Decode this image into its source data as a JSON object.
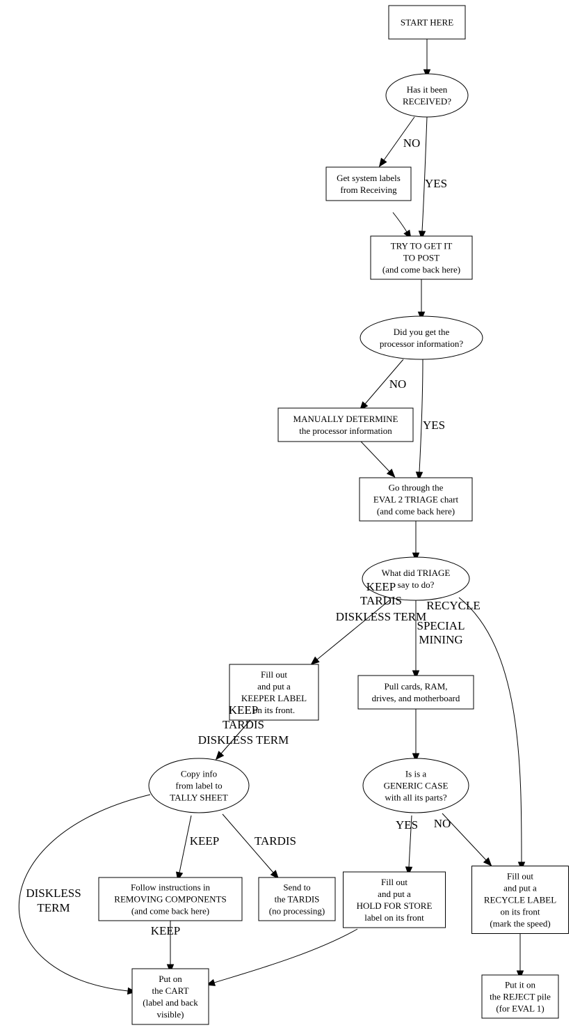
{
  "diagram": {
    "nodes": {
      "start": {
        "shape": "box",
        "lines": [
          "START HERE"
        ]
      },
      "received": {
        "shape": "ellipse",
        "lines": [
          "Has it been",
          "RECEIVED?"
        ]
      },
      "labels": {
        "shape": "box",
        "lines": [
          "Get system labels",
          "from Receiving"
        ]
      },
      "post": {
        "shape": "box",
        "lines": [
          "TRY TO GET IT",
          "TO POST",
          "(and come back here)"
        ]
      },
      "proc": {
        "shape": "ellipse",
        "lines": [
          "Did you get the",
          "processor information?"
        ]
      },
      "manual": {
        "shape": "box",
        "lines": [
          "MANUALLY DETERMINE",
          "the processor information"
        ]
      },
      "eval2": {
        "shape": "box",
        "lines": [
          "Go through the",
          "EVAL 2 TRIAGE chart",
          "(and come back here)"
        ]
      },
      "triage": {
        "shape": "ellipse",
        "lines": [
          "What did TRIAGE",
          "say to do?"
        ]
      },
      "keeper": {
        "shape": "box",
        "lines": [
          "Fill out",
          "and put a",
          "KEEPER LABEL",
          "on its front."
        ]
      },
      "pull": {
        "shape": "box",
        "lines": [
          "Pull cards, RAM,",
          "drives, and motherboard"
        ]
      },
      "tally": {
        "shape": "ellipse",
        "lines": [
          "Copy info",
          "from label to",
          "TALLY SHEET"
        ]
      },
      "generic": {
        "shape": "ellipse",
        "lines": [
          "Is is a",
          "GENERIC CASE",
          "with all its parts?"
        ]
      },
      "remove": {
        "shape": "box",
        "lines": [
          "Follow instructions in",
          "REMOVING COMPONENTS",
          "(and come back here)"
        ]
      },
      "tardis": {
        "shape": "box",
        "lines": [
          "Send to",
          "the TARDIS",
          "(no processing)"
        ]
      },
      "hold": {
        "shape": "box",
        "lines": [
          "Fill out",
          "and put a",
          "HOLD FOR STORE",
          "label on its front"
        ]
      },
      "recycle": {
        "shape": "box",
        "lines": [
          "Fill out",
          "and put a",
          "RECYCLE LABEL",
          "on its front",
          "(mark the speed)"
        ]
      },
      "cart": {
        "shape": "box",
        "lines": [
          "Put on",
          "the CART",
          "(label and back",
          "visible)"
        ]
      },
      "reject": {
        "shape": "box",
        "lines": [
          "Put it on",
          "the REJECT pile",
          "(for EVAL 1)"
        ]
      }
    },
    "edges": [
      {
        "from": "start",
        "to": "received",
        "label": []
      },
      {
        "from": "received",
        "to": "labels",
        "label": [
          "NO"
        ]
      },
      {
        "from": "received",
        "to": "post",
        "label": [
          "YES"
        ]
      },
      {
        "from": "labels",
        "to": "post",
        "label": []
      },
      {
        "from": "post",
        "to": "proc",
        "label": []
      },
      {
        "from": "proc",
        "to": "manual",
        "label": [
          "NO"
        ]
      },
      {
        "from": "proc",
        "to": "eval2",
        "label": [
          "YES"
        ]
      },
      {
        "from": "manual",
        "to": "eval2",
        "label": []
      },
      {
        "from": "eval2",
        "to": "triage",
        "label": []
      },
      {
        "from": "triage",
        "to": "keeper",
        "label": [
          "KEEP",
          "TARDIS",
          "DISKLESS TERM"
        ]
      },
      {
        "from": "triage",
        "to": "pull",
        "label": [
          "SPECIAL",
          "MINING"
        ]
      },
      {
        "from": "triage",
        "to": "recycle",
        "label": [
          "RECYCLE"
        ]
      },
      {
        "from": "keeper",
        "to": "tally",
        "label": [
          "KEEP",
          "TARDIS",
          "DISKLESS TERM"
        ]
      },
      {
        "from": "pull",
        "to": "generic",
        "label": []
      },
      {
        "from": "tally",
        "to": "remove",
        "label": [
          "KEEP"
        ]
      },
      {
        "from": "tally",
        "to": "tardis",
        "label": [
          "TARDIS"
        ]
      },
      {
        "from": "tally",
        "to": "cart",
        "label": [
          "DISKLESS",
          "TERM"
        ]
      },
      {
        "from": "generic",
        "to": "hold",
        "label": [
          "YES"
        ]
      },
      {
        "from": "generic",
        "to": "recycle",
        "label": [
          "NO"
        ]
      },
      {
        "from": "remove",
        "to": "cart",
        "label": [
          "KEEP"
        ]
      },
      {
        "from": "hold",
        "to": "cart",
        "label": []
      },
      {
        "from": "recycle",
        "to": "reject",
        "label": []
      }
    ]
  }
}
